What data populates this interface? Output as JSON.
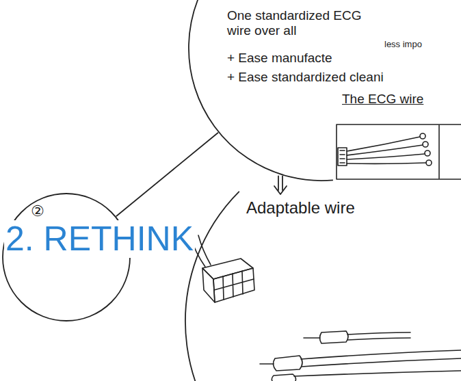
{
  "diagram": {
    "nodes": [
      {
        "text": [
          "②"
        ]
      },
      {
        "text": [
          "One standardized ECG wire over all",
          "less impo",
          "+ Ease manufacte",
          "+ Ease standardized cleani",
          "The ECG wire"
        ]
      },
      {
        "text": [
          "Adaptable wire"
        ]
      }
    ],
    "edges": [
      {
        "from": 0,
        "to": 1,
        "arrow": "none"
      },
      {
        "from": 1,
        "to": 2,
        "arrow": "to"
      }
    ],
    "labels": [
      "2. RETHINK"
    ]
  }
}
